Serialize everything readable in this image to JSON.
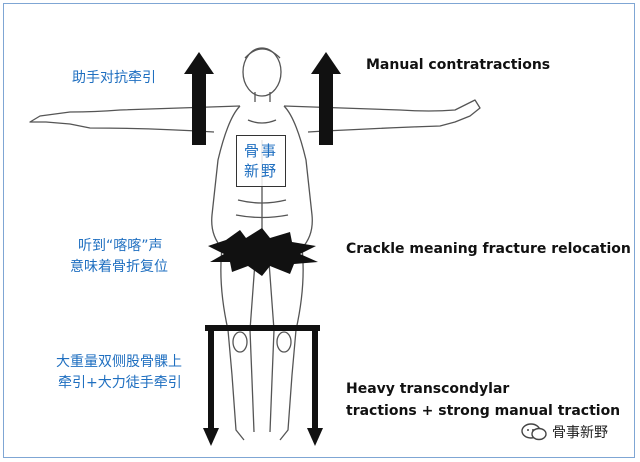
{
  "labels": {
    "zh_top_left": "助手对抗牵引",
    "en_top_right": "Manual contratractions",
    "zh_mid_left_line1": "听到“喀喀”声",
    "zh_mid_left_line2": "意味着骨折复位",
    "en_mid_right": "Crackle meaning fracture relocation",
    "zh_bottom_left_line1": "大重量双侧股骨髁上",
    "zh_bottom_left_line2": "牵引+大力徒手牵引",
    "en_bottom_right_line1": "Heavy transcondylar",
    "en_bottom_right_line2": "tractions + strong manual traction"
  },
  "stamp": {
    "line1": "骨事",
    "line2": "新野"
  },
  "watermark": {
    "text": "骨事新野",
    "icon": "wechat-icon"
  },
  "colors": {
    "chinese_text": "#1f6fc0",
    "english_text": "#111111",
    "arrows": "#111111",
    "frame": "#7fa6d4"
  }
}
